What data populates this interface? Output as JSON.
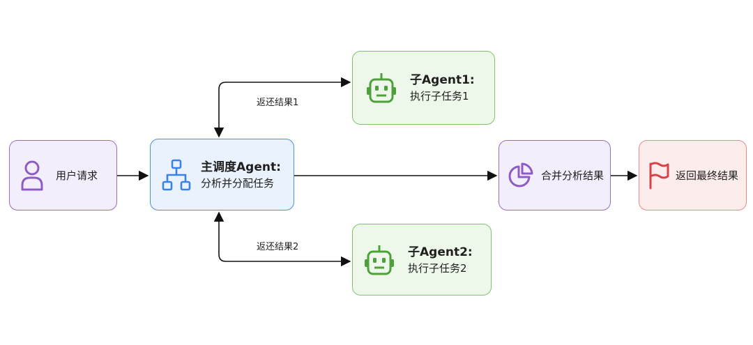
{
  "nodes": {
    "user": {
      "label": "用户请求",
      "icon": "user-icon",
      "color": "#8e5cc4"
    },
    "main": {
      "title": "主调度Agent:",
      "subtitle": "分析并分配任务",
      "icon": "hierarchy-icon",
      "color": "#3b82e6"
    },
    "sub1": {
      "title": "子Agent1:",
      "subtitle": "执行子任务1",
      "icon": "robot-icon",
      "color": "#4ea03b"
    },
    "sub2": {
      "title": "子Agent2:",
      "subtitle": "执行子任务2",
      "icon": "robot-icon",
      "color": "#4ea03b"
    },
    "merge": {
      "label": "合并分析结果",
      "icon": "pie-chart-icon",
      "color": "#8e5cc4"
    },
    "final": {
      "label": "返回最终结果",
      "icon": "flag-icon",
      "color": "#d6434a"
    }
  },
  "edges": {
    "return1": "返还结果1",
    "return2": "返还结果2"
  }
}
